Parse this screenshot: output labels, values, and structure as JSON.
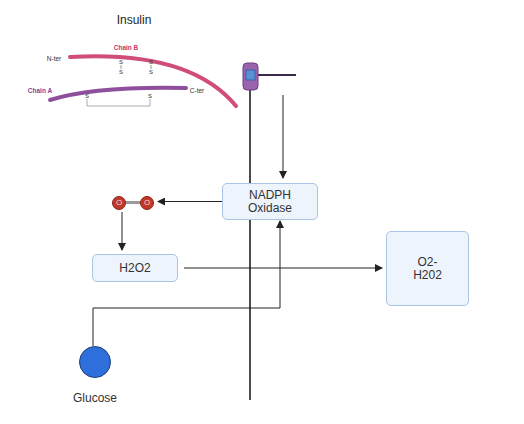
{
  "diagram": {
    "nodes": [
      {
        "text": [
          "NADPH Oxidase"
        ]
      },
      {
        "text": [
          "O",
          "O"
        ]
      },
      {
        "text": [
          "H2O2"
        ]
      },
      {
        "text": [
          "O2- H202"
        ]
      },
      {
        "text": [
          "Glucose"
        ]
      }
    ],
    "edges": [
      {
        "from": 0,
        "to": 1,
        "arrow": "to"
      },
      {
        "from": 1,
        "to": 2,
        "arrow": "to"
      },
      {
        "from": 2,
        "to": 3,
        "arrow": "to"
      },
      {
        "from": 4,
        "to": 0,
        "arrow": "to"
      }
    ],
    "labels": [
      "Insulin",
      "N-ter",
      "Chain B",
      "Chain A",
      "C-ter",
      "S",
      "S",
      "S",
      "S",
      "S",
      "S"
    ]
  }
}
